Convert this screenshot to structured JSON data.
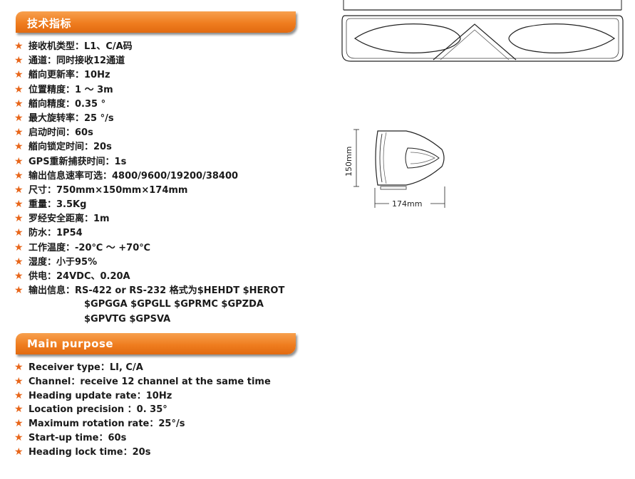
{
  "spec_section": {
    "title": "技术指标",
    "items": [
      "接收机类型：L1、C/A码",
      "通道：同时接收12通道",
      "艏向更新率：10Hz",
      "位置精度：1 ～ 3m",
      "艏向精度：0.35 °",
      "最大旋转率：25 °/s",
      "启动时间：60s",
      "艏向锁定时间：20s",
      "GPS重新捕获时间：1s",
      "输出信息速率可选：4800/9600/19200/38400",
      "尺寸：750mm×150mm×174mm",
      "重量：3.5Kg",
      "罗经安全距离：1m",
      "防水：1P54",
      "工作温度：-20℃ ～ +70℃",
      "湿度：小于95%",
      "供电：24VDC、0.20A",
      "输出信息：RS-422 or RS-232 格式为$HEHDT $HEROT"
    ],
    "output_continuation": [
      "$GPGGA $GPGLL $GPRMC $GPZDA",
      "$GPVTG  $GPSVA"
    ]
  },
  "main_section": {
    "title": "Main purpose",
    "items": [
      "Receiver type：LI, C/A",
      "Channel：receive 12 channel at the same time",
      "Heading update rate：10Hz",
      "Location precision ：0. 35°",
      "Maximum rotation rate：25°/s",
      "Start-up time：60s",
      "Heading lock time：20s"
    ]
  },
  "side_drawing": {
    "height_label": "150mm",
    "width_label": "174mm"
  },
  "icons": {
    "bullet": "star-icon"
  },
  "colors": {
    "accent": "#ef7d1f",
    "star": "#e8661a"
  }
}
